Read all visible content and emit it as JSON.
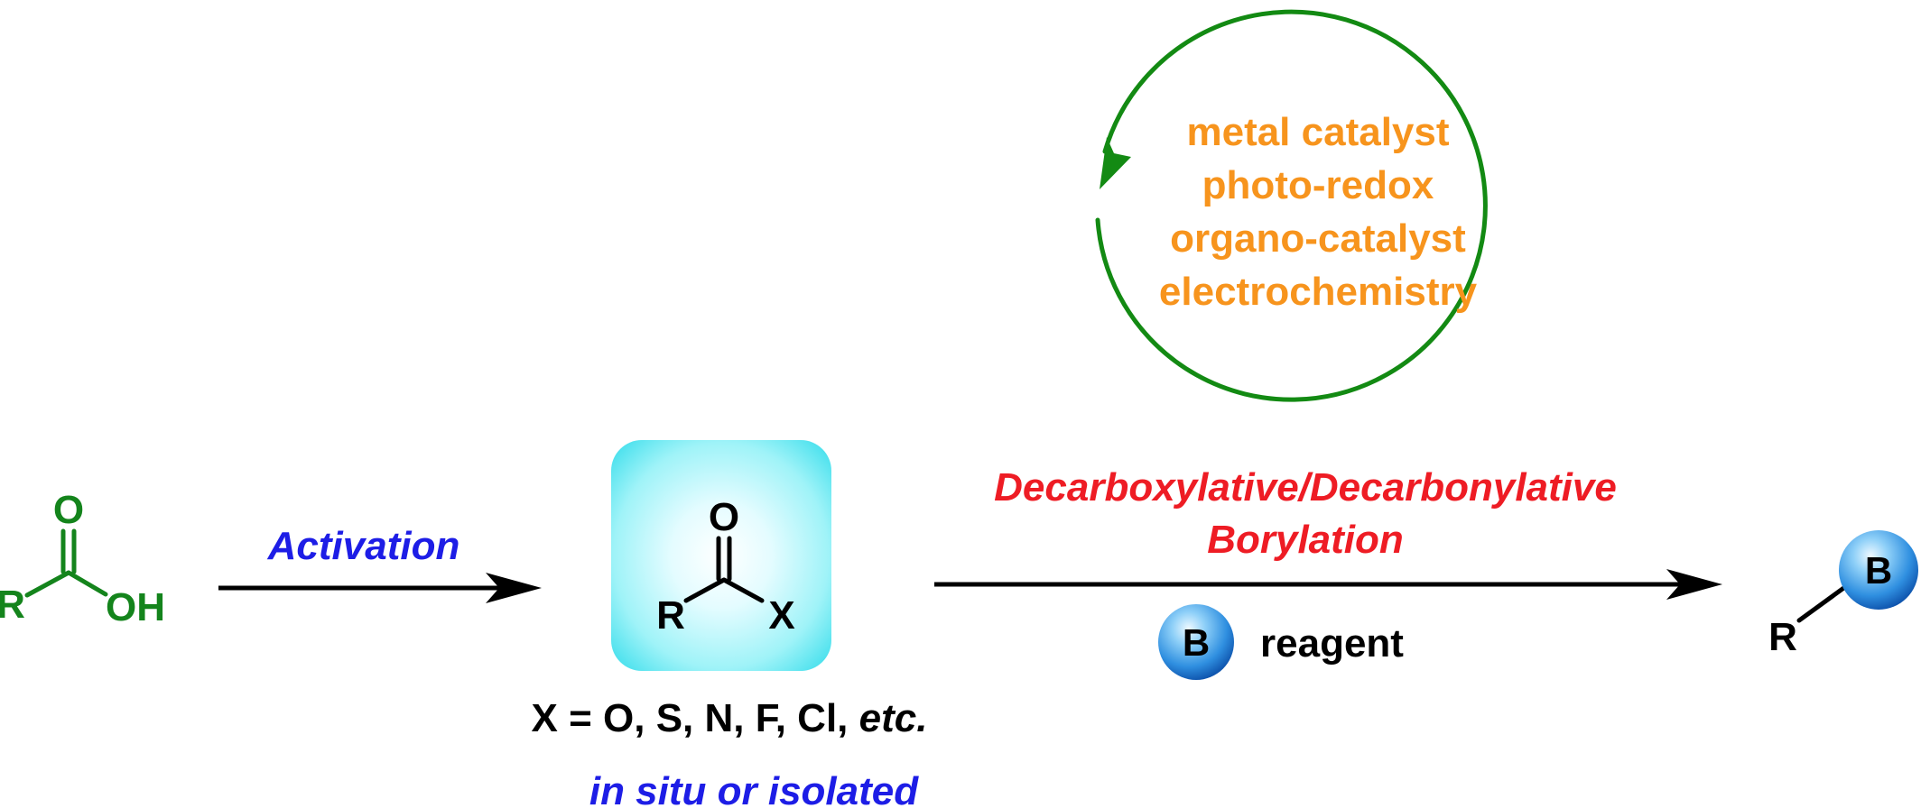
{
  "colors": {
    "acid": "#14841c",
    "activation": "#1d1de6",
    "reaction": "#ee1c24",
    "catalysis": "#f7941d",
    "cycle": "#138a13",
    "black": "#000000",
    "box_center": "#e7fdff",
    "box_edge": "#5ae7f1",
    "sphere_light": "#d8f2ff",
    "sphere_mid": "#3b9fe8",
    "sphere_dark": "#0a50b0"
  },
  "acid": {
    "r": "R",
    "o": "O",
    "oh": "OH"
  },
  "activation": {
    "label": "Activation"
  },
  "intermediate": {
    "o": "O",
    "r": "R",
    "x": "X",
    "scope_main": "X = O, S, N, F, Cl, ",
    "scope_etc": "etc.",
    "note": "in situ or isolated"
  },
  "reaction": {
    "line1": "Decarboxylative/Decarbonylative",
    "line2": "Borylation",
    "reagent_symbol": "B",
    "reagent_label": "reagent"
  },
  "catalysis": {
    "items": [
      "metal catalyst",
      "photo-redox",
      "organo-catalyst",
      "electrochemistry"
    ]
  },
  "product": {
    "r": "R",
    "b": "B"
  }
}
